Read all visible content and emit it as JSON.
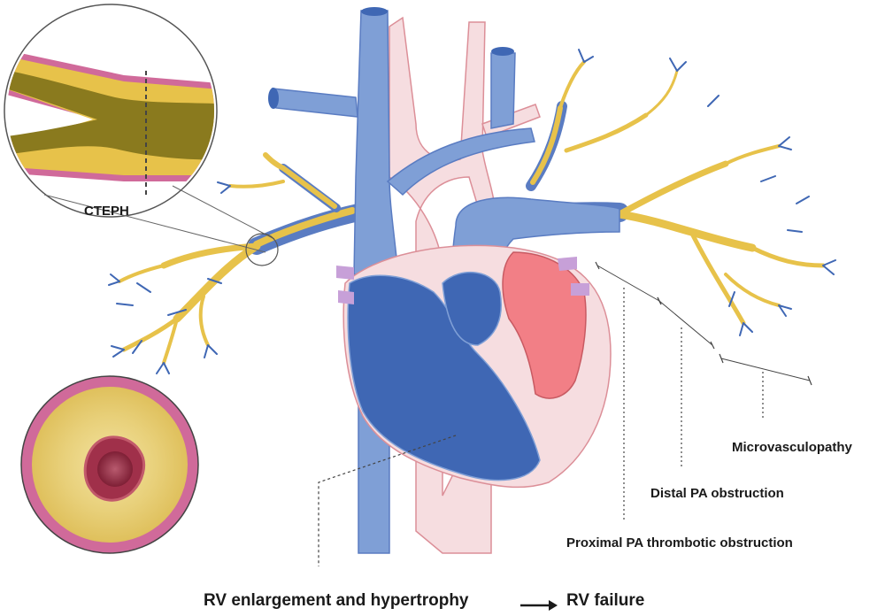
{
  "labels": {
    "cteph": "CTEPH",
    "microvasculopathy": "Microvasculopathy",
    "distal_pa": "Distal PA obstruction",
    "proximal_pa": "Proximal PA thrombotic obstruction",
    "rv_enlargement": "RV enlargement and hypertrophy",
    "rv_failure": "RV failure"
  },
  "colors": {
    "vein_blue": "#7f9fd6",
    "vein_blue_dark": "#3f67b4",
    "aorta_pink": "#f6dde0",
    "aorta_outline": "#dc8f98",
    "left_heart_red": "#f27f86",
    "thrombus_yellow": "#e7c24a",
    "vessel_wall_pink": "#d06a9a",
    "clot_olive": "#8a7a1e",
    "text": "#1a1a1a"
  }
}
